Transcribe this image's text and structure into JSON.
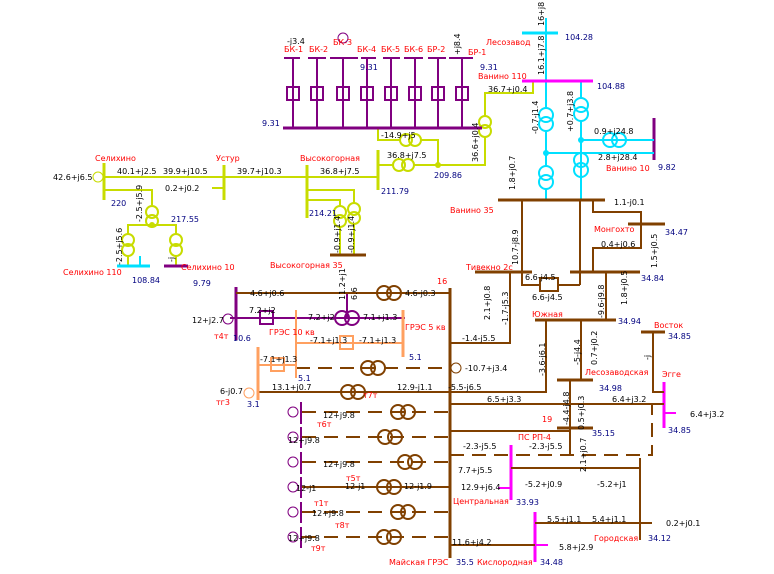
{
  "colors": {
    "net_220": "#c8dc00",
    "net_10": "#800080",
    "net_110": "#00e0ff",
    "net_bus": "#ff00ff",
    "net_35": "#804000",
    "net_5": "#ffa060",
    "station_label": "#ff0000",
    "voltage_label": "#000080"
  },
  "stations": [
    "Селихино",
    "Устур",
    "Высокогорная",
    "Лесозавод",
    "Ванино 110",
    "Ванино 10",
    "Ванино 35",
    "Селихино 110",
    "Селихино 10",
    "Высокогорная 35",
    "Тивекно 2с",
    "Монгохто",
    "Южная",
    "Восток",
    "Лесозаводская",
    "Эгге",
    "19",
    "ПС РП-4",
    "Центральная",
    "Городская",
    "Майская ГРЭС",
    "Кислородная",
    "ГРЭС 10 кв",
    "ГРЭС 5 кв",
    "16"
  ],
  "feeders": [
    "БК-1",
    "БК-2",
    "БК-3",
    "БК-4",
    "БК-5",
    "БК-6",
    "БР-2",
    "БР-1"
  ],
  "generators": [
    "т4т",
    "тг3",
    "т7т",
    "т6т",
    "т5т",
    "т1т",
    "т8т",
    "т9т"
  ],
  "voltages": [
    "9.31",
    "9.31",
    "9.31",
    "104.28",
    "104.88",
    "209.86",
    "211.79",
    "214.21",
    "220",
    "217.55",
    "108.84",
    "9.79",
    "9.82",
    "34.47",
    "34.84",
    "34.94",
    "34.85",
    "34.98",
    "35.15",
    "34.85",
    "33.93",
    "34.12",
    "34.48",
    "35.5",
    "10.6",
    "5.1",
    "5.1",
    "3.1"
  ],
  "flows": [
    "42.6+j6.5",
    "40.1+j2.5",
    "39.9+j10.5",
    "39.7+j10.3",
    "36.8+j7.5",
    "0.2+j0.2",
    "36.8+j7.5",
    "-14.9+j5",
    "36.7+j0.4",
    "36.6+j0.4",
    "-j3.4",
    "+j8.4",
    "16+j8",
    "16.1+j7.8",
    "0.9+j24.8",
    "2.8+j28.4",
    "1.1-j0.1",
    "0.4+j0.6",
    "6.6-j4.5",
    "6.6-j4.5",
    "4.6+j0.6",
    "4.6-j0.3",
    "7.2+j2",
    "7.2+j2",
    "7.1+j1.3",
    "-7.1+j1.3",
    "-7.1+j1.3",
    "-7.1+j1.3",
    "12+j2.7",
    "6-j0.7",
    "13.1+j0.7",
    "12.9-j1.1",
    "-5.5-j6.5",
    "-1.4-j5.5",
    "-10.7+j3.4",
    "6.5+j3.3",
    "6.4+j3.2",
    "6.4+j3.2",
    "-2.3-j5.5",
    "-2.3-j5.5",
    "7.7+j5.5",
    "12.9+j6.4",
    "-5.2+j0.9",
    "-5.2+j1",
    "5.5+j1.1",
    "5.4+j1.1",
    "0.2+j0.1",
    "5.8+j2.9",
    "11.6+j4.2",
    "12+j9.8",
    "12+j9.8",
    "12+j9.8",
    "12-j1",
    "12-j1",
    "12-j1.9",
    "12+j9.8",
    "12+j9.8",
    "-0.7-j1.4",
    "+0.7+j3.8",
    "-2.5+j5.9",
    "-2.5+j5.6",
    "-j",
    "-0.9+j1.4",
    "-0.9+j1.4",
    "10.7-j8.9",
    "2.1+j0.8",
    "-1.7-j5.3",
    "-9.6-j9.8",
    "1.8+j0.5",
    "1.5+j0.5",
    "-3.6-j6.1",
    "-5-j4.4",
    "0.7+j0.2",
    "-4.4-j4.8",
    "0.5+j0.3",
    "2.1+j0.7",
    "-j",
    "1.8+j0.7",
    "11.2+j1",
    "6.6"
  ]
}
